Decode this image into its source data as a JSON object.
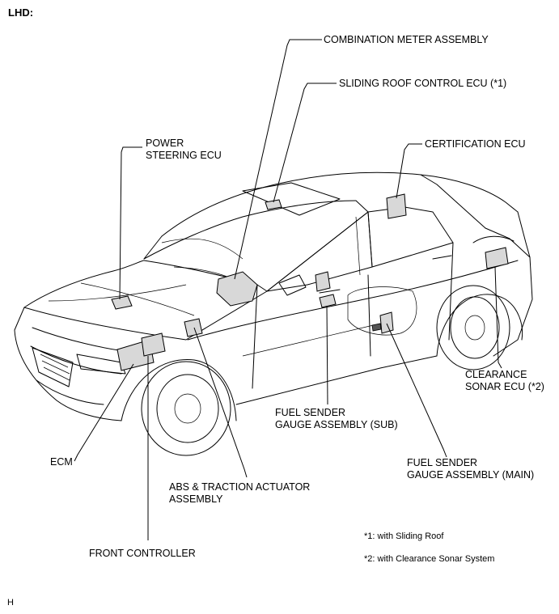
{
  "header": {
    "region": "LHD:"
  },
  "callouts": {
    "combination_meter": "COMBINATION METER ASSEMBLY",
    "sliding_roof_ecu": "SLIDING ROOF CONTROL ECU (*1)",
    "power_steering_ecu": [
      "POWER",
      "STEERING ECU"
    ],
    "certification_ecu": "CERTIFICATION ECU",
    "clearance_sonar_ecu": [
      "CLEARANCE",
      "SONAR ECU (*2)"
    ],
    "fuel_sender_sub": [
      "FUEL SENDER",
      "GAUGE ASSEMBLY (SUB)"
    ],
    "fuel_sender_main": [
      "FUEL SENDER",
      "GAUGE ASSEMBLY (MAIN)"
    ],
    "ecm": "ECM",
    "abs_actuator": [
      "ABS & TRACTION ACTUATOR",
      "ASSEMBLY"
    ],
    "front_controller": "FRONT CONTROLLER"
  },
  "notes": [
    "*1: with Sliding Roof",
    "*2: with Clearance Sonar System"
  ],
  "footer": {
    "code": "H"
  }
}
